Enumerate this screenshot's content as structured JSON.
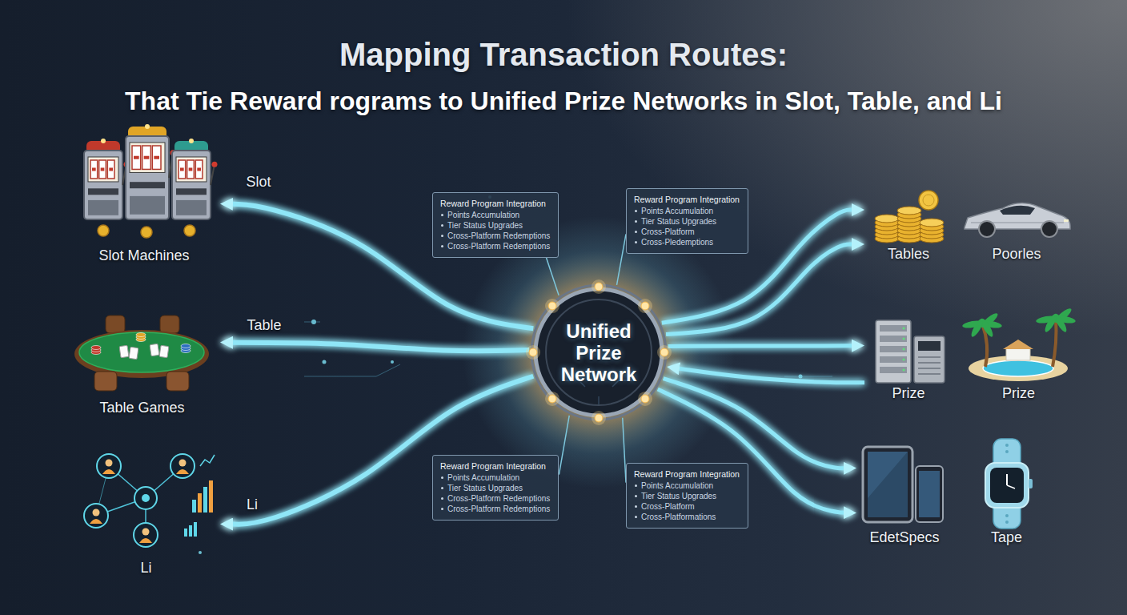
{
  "diagram": {
    "title": "Mapping Transaction Routes:",
    "nodes": [
      {
        "text": [
          "Slot Machines"
        ]
      },
      {
        "text": [
          "Table Games"
        ]
      },
      {
        "text": [
          "Li"
        ]
      },
      {
        "text": [
          "Reward Program Integration",
          "Points Accumulation",
          "Tier Status Upgrades",
          "Cross-Platform Redemptions",
          "Cross-Platform Redemptions"
        ]
      },
      {
        "text": [
          "Reward Program Integration",
          "Points Accumulation",
          "Tier Status Upgrades",
          "Cross-Platform",
          "Cross-Pledemptions"
        ]
      },
      {
        "text": [
          "Unified Prize Network"
        ]
      },
      {
        "text": [
          "Reward Program Integration",
          "Points Accumulation",
          "Tier Status Upgrades",
          "Cross-Platform Redemptions",
          "Cross-Platform Redemptions"
        ]
      },
      {
        "text": [
          "Reward Program Integration",
          "Points Accumulation",
          "Tier Status Upgrades",
          "Cross-Platform",
          "Cross-Platformations"
        ]
      },
      {
        "text": [
          "Tables"
        ]
      },
      {
        "text": [
          "Poorles"
        ]
      },
      {
        "text": [
          "Prize"
        ]
      },
      {
        "text": [
          "Prize"
        ]
      },
      {
        "text": [
          "EdetSpecs"
        ]
      },
      {
        "text": [
          "Tape"
        ]
      }
    ],
    "edges": [
      {
        "from": 5,
        "to": 0,
        "arrow": "to",
        "label": "Slot"
      },
      {
        "from": 5,
        "to": 1,
        "arrow": "to",
        "label": "Table"
      },
      {
        "from": 5,
        "to": 2,
        "arrow": "to",
        "label": "Li"
      },
      {
        "from": 3,
        "to": 5,
        "arrow": "none"
      },
      {
        "from": 4,
        "to": 5,
        "arrow": "none"
      },
      {
        "from": 6,
        "to": 5,
        "arrow": "none"
      },
      {
        "from": 7,
        "to": 5,
        "arrow": "none"
      },
      {
        "from": 5,
        "to": 8,
        "arrow": "to"
      },
      {
        "from": 5,
        "to": 8,
        "arrow": "to"
      },
      {
        "from": 5,
        "to": 10,
        "arrow": "to"
      },
      {
        "from": 10,
        "to": 5,
        "arrow": "to"
      },
      {
        "from": 5,
        "to": 12,
        "arrow": "to"
      },
      {
        "from": 5,
        "to": 12,
        "arrow": "to"
      }
    ],
    "labels": [
      "That Tie Reward rograms to Unified Prize Networks in Slot, Table, and Li"
    ]
  }
}
